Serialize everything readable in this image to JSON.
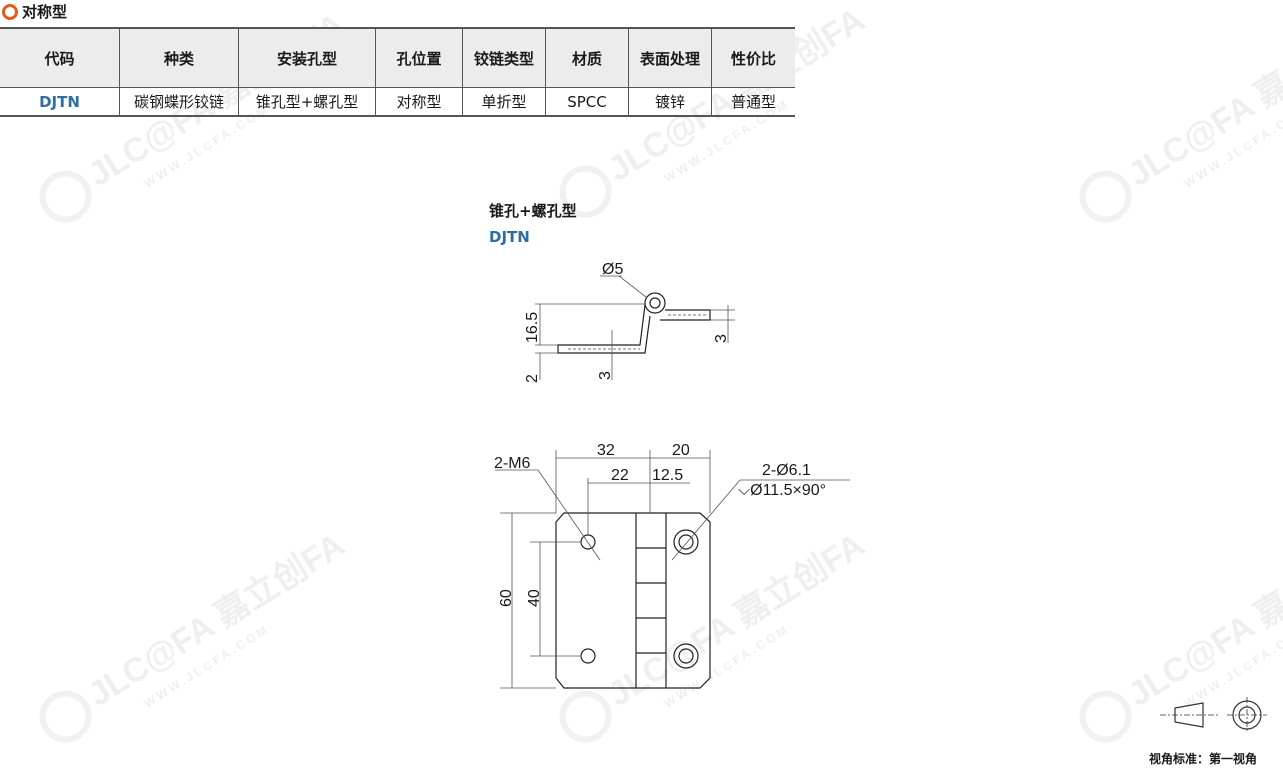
{
  "section": {
    "title": "对称型",
    "accent": "#e45a1f"
  },
  "table": {
    "headers": [
      "代码",
      "种类",
      "安装孔型",
      "孔位置",
      "铰链类型",
      "材质",
      "表面处理",
      "性价比"
    ],
    "row": [
      "DJTN",
      "碳钢蝶形铰链",
      "锥孔型+螺孔型",
      "对称型",
      "单折型",
      "SPCC",
      "镀锌",
      "普通型"
    ]
  },
  "drawing": {
    "hole_type": "锥孔+螺孔型",
    "code": "DJTN",
    "side_view": {
      "phi": "Ø5",
      "height": "16.5",
      "thk_left": "2",
      "step_left": "3",
      "step_right": "3"
    },
    "front_view": {
      "thread": "2-M6",
      "hole_spec": "2-Ø6.1",
      "countersink": "⌵Ø11.5×90°",
      "w_left": "32",
      "w_right": "20",
      "w_inner_left": "22",
      "w_inner_right": "12.5",
      "height": "60",
      "pitch": "40"
    }
  },
  "watermark": {
    "brand": "JLC@FA 嘉立创FA",
    "url": "WWW.JLCFA.COM"
  },
  "projection": {
    "label": "视角标准：第一视角"
  },
  "colors": {
    "code_blue": "#2e6da4",
    "header_bg": "#ececec"
  }
}
